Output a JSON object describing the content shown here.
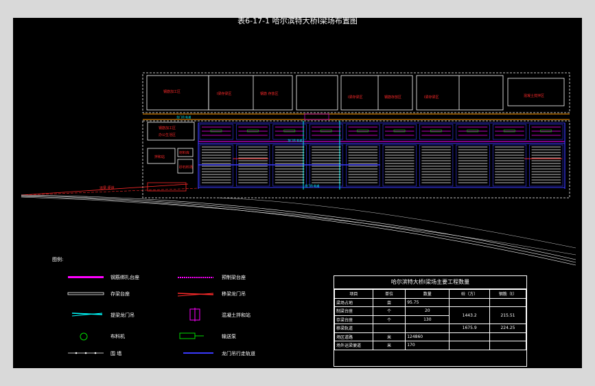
{
  "title": "表6-17-1   哈尔滨特大桥I梁场布置图",
  "zones": {
    "top": [
      "钢筋加工区",
      "I梁存梁区",
      "钢筋 存放区",
      "I梁存梁区",
      "钢筋存放区",
      "I梁存梁区",
      "混凝土搅拌区"
    ],
    "left": [
      "钢筋加工区",
      "办公生活区",
      "拌和站",
      "材料库",
      "砂石料场"
    ],
    "track_label": "运梁 便道",
    "crane_label": "龙门吊 轨道"
  },
  "legend": {
    "title": "图例:",
    "items": [
      {
        "label": "钢筋绑扎台座",
        "icon": "magenta-bar-icon"
      },
      {
        "label": "预制梁台座",
        "icon": "magenta-beads-icon"
      },
      {
        "label": "存梁台座",
        "icon": "white-bar-icon"
      },
      {
        "label": "移梁龙门吊",
        "icon": "red-crane-icon"
      },
      {
        "label": "提梁龙门吊",
        "icon": "cyan-crane-icon"
      },
      {
        "label": "混凝土拌和站",
        "icon": "magenta-station-icon"
      },
      {
        "label": "布料机",
        "icon": "green-circle-icon"
      },
      {
        "label": "输送泵",
        "icon": "green-pump-icon"
      },
      {
        "label": "围 墙",
        "icon": "fence-icon"
      },
      {
        "label": "龙门吊行走轨道",
        "icon": "blue-track-icon"
      }
    ]
  },
  "quantity_table": {
    "title": "哈尔滨特大桥I梁场主要工程数量",
    "headers": [
      "项目",
      "单位",
      "数量",
      "砼（方）",
      "钢筋（t）"
    ],
    "rows": [
      [
        "梁场占地",
        "亩",
        "95.75",
        "",
        ""
      ],
      [
        "制梁台座",
        "个",
        "20",
        "1443.2",
        "215.51"
      ],
      [
        "存梁台座",
        "个",
        "130",
        "",
        ""
      ],
      [
        "移梁轨道",
        "",
        "",
        "1675.9",
        "224.25"
      ],
      [
        "场区道路",
        "米",
        "124860",
        "",
        ""
      ],
      [
        "场外运梁便道",
        "米",
        "170",
        "",
        ""
      ]
    ]
  }
}
